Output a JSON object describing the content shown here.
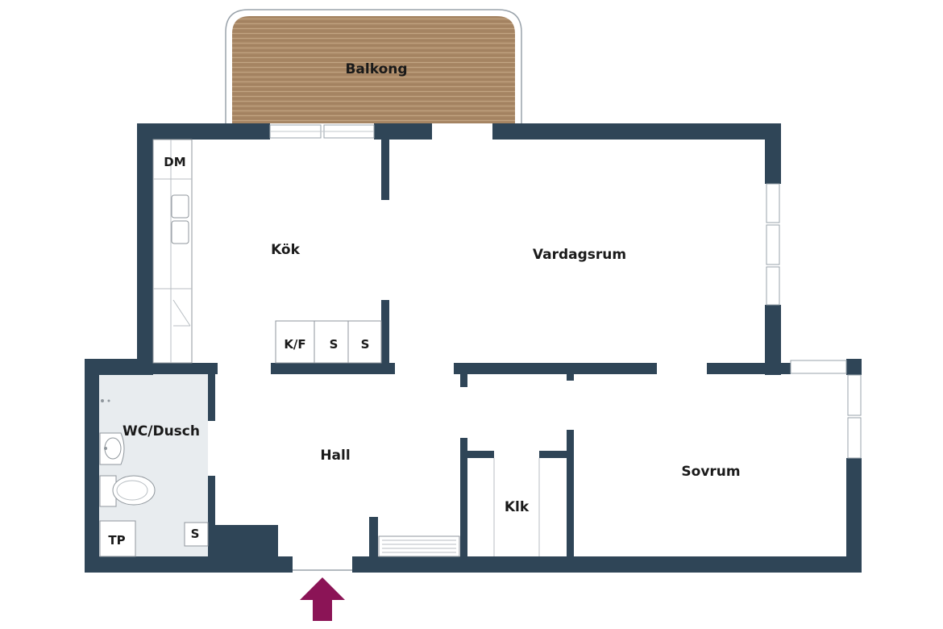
{
  "rooms": {
    "balkong": "Balkong",
    "kok": "Kök",
    "vardagsrum": "Vardagsrum",
    "hall": "Hall",
    "wc_dusch": "WC/Dusch",
    "sovrum": "Sovrum",
    "klk": "Klk"
  },
  "fixtures": {
    "dm": "DM",
    "kf": "K/F",
    "s1": "S",
    "s2": "S",
    "s_wc": "S",
    "tp": "TP"
  },
  "colors": {
    "wall": "#2f4557",
    "bathroom_floor": "#e8ecef",
    "balcony_deck": "#a88765",
    "entrance_arrow": "#8b1456"
  }
}
